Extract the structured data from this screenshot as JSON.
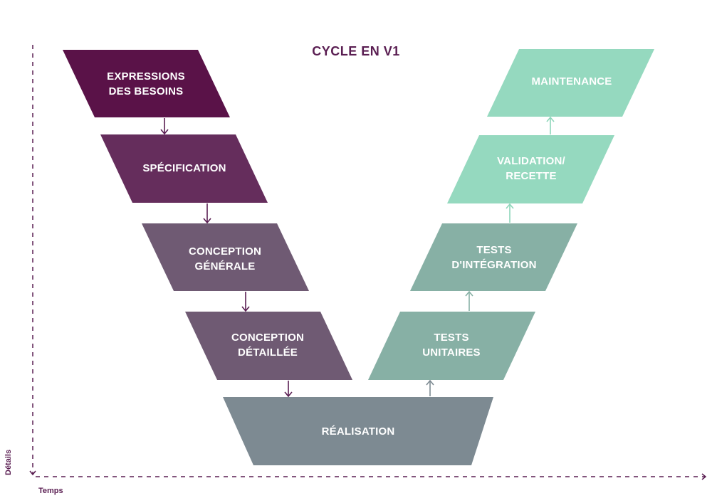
{
  "diagram": {
    "title": "CYCLE EN V1",
    "axes": {
      "y_label": "Détails",
      "x_label": "Temps",
      "color": "#5a1e52"
    },
    "steps": [
      {
        "id": "expressions-des-besoins",
        "lines": [
          "EXPRESSIONS",
          "DES BESOINS"
        ],
        "color": "#5a1248"
      },
      {
        "id": "specification",
        "lines": [
          "SPÉCIFICATION"
        ],
        "color": "#652d5c"
      },
      {
        "id": "conception-generale",
        "lines": [
          "CONCEPTION",
          "GÉNÉRALE"
        ],
        "color": "#6f5a73"
      },
      {
        "id": "conception-detaillee",
        "lines": [
          "CONCEPTION",
          "DÉTAILLÉE"
        ],
        "color": "#6f5a73"
      },
      {
        "id": "realisation",
        "lines": [
          "RÉALISATION"
        ],
        "color": "#7d8a92"
      },
      {
        "id": "tests-unitaires",
        "lines": [
          "TESTS",
          "UNITAIRES"
        ],
        "color": "#87b0a5"
      },
      {
        "id": "tests-d-integration",
        "lines": [
          "TESTS",
          "D'INTÉGRATION"
        ],
        "color": "#87b0a5"
      },
      {
        "id": "validation-recette",
        "lines": [
          "VALIDATION/",
          "RECETTE"
        ],
        "color": "#95d9bf"
      },
      {
        "id": "maintenance",
        "lines": [
          "MAINTENANCE"
        ],
        "color": "#95d9bf"
      }
    ],
    "arrow_colors": {
      "down": "#5a1e52",
      "up_gray": "#7d8a92",
      "up_teal": "#87b0a5",
      "up_mint": "#8ed6ba"
    }
  }
}
